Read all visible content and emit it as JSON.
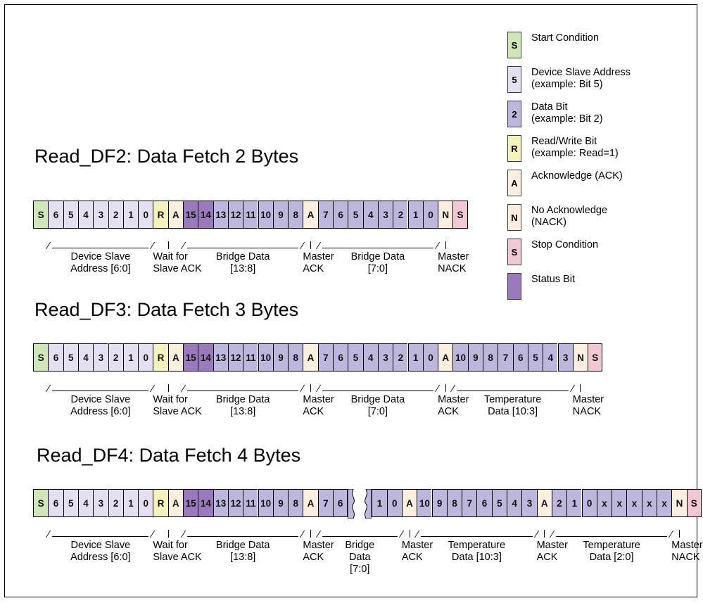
{
  "legend": {
    "items": [
      {
        "symbol": "S",
        "type": "start",
        "label": "Start Condition",
        "sub": ""
      },
      {
        "symbol": "5",
        "type": "addr",
        "label": "Device Slave Address",
        "sub": "(example: Bit 5)"
      },
      {
        "symbol": "2",
        "type": "data",
        "label": "Data Bit",
        "sub": "(example: Bit 2)"
      },
      {
        "symbol": "R",
        "type": "rw",
        "label": "Read/Write Bit",
        "sub": "(example: Read=1)"
      },
      {
        "symbol": "A",
        "type": "ack",
        "label": "Acknowledge (ACK)",
        "sub": ""
      },
      {
        "symbol": "N",
        "type": "nack",
        "label": "No Acknowledge",
        "sub": "(NACK)"
      },
      {
        "symbol": "S",
        "type": "stop",
        "label": "Stop Condition",
        "sub": ""
      },
      {
        "symbol": "",
        "type": "status",
        "label": "Status Bit",
        "sub": ""
      }
    ]
  },
  "colors": {
    "start": "#cfe6b8",
    "addr": "#e4e0f2",
    "data": "#bdb6dd",
    "rw": "#f4f3bd",
    "ack": "#fcefdf",
    "nack": "#fdeee1",
    "stop": "#f2c9d3",
    "status": "#9b79bd"
  },
  "diagrams": [
    {
      "title": "Read_DF2: Data Fetch 2 Bytes",
      "cells": [
        {
          "t": "S",
          "type": "start"
        },
        {
          "t": "6",
          "type": "addr"
        },
        {
          "t": "5",
          "type": "addr"
        },
        {
          "t": "4",
          "type": "addr"
        },
        {
          "t": "3",
          "type": "addr"
        },
        {
          "t": "2",
          "type": "addr"
        },
        {
          "t": "1",
          "type": "addr"
        },
        {
          "t": "0",
          "type": "addr"
        },
        {
          "t": "R",
          "type": "rw"
        },
        {
          "t": "A",
          "type": "ack"
        },
        {
          "t": "15",
          "type": "status"
        },
        {
          "t": "14",
          "type": "status"
        },
        {
          "t": "13",
          "type": "data"
        },
        {
          "t": "12",
          "type": "data"
        },
        {
          "t": "11",
          "type": "data"
        },
        {
          "t": "10",
          "type": "data"
        },
        {
          "t": "9",
          "type": "data"
        },
        {
          "t": "8",
          "type": "data"
        },
        {
          "t": "A",
          "type": "ack"
        },
        {
          "t": "7",
          "type": "data"
        },
        {
          "t": "6",
          "type": "data"
        },
        {
          "t": "5",
          "type": "data"
        },
        {
          "t": "4",
          "type": "data"
        },
        {
          "t": "3",
          "type": "data"
        },
        {
          "t": "2",
          "type": "data"
        },
        {
          "t": "1",
          "type": "data"
        },
        {
          "t": "0",
          "type": "data"
        },
        {
          "t": "N",
          "type": "nack"
        },
        {
          "t": "S",
          "type": "stop"
        }
      ],
      "annotations": [
        {
          "kind": "wide",
          "span": [
            1,
            7
          ],
          "lines": [
            "Device Slave",
            "Address [6:0]"
          ]
        },
        {
          "kind": "tick",
          "span": [
            8,
            9
          ],
          "lines": [
            "Wait for",
            "Slave ACK"
          ]
        },
        {
          "kind": "wide",
          "span": [
            10,
            17
          ],
          "lines": [
            "Bridge Data",
            "[13:8]"
          ]
        },
        {
          "kind": "tick",
          "span": [
            18,
            18
          ],
          "lines": [
            "Master",
            "ACK"
          ]
        },
        {
          "kind": "wide",
          "span": [
            19,
            26
          ],
          "lines": [
            "Bridge Data",
            "[7:0]"
          ]
        },
        {
          "kind": "tick",
          "span": [
            27,
            27
          ],
          "lines": [
            "Master",
            "NACK"
          ]
        }
      ]
    },
    {
      "title": "Read_DF3: Data Fetch 3 Bytes",
      "cells": [
        {
          "t": "S",
          "type": "start"
        },
        {
          "t": "6",
          "type": "addr"
        },
        {
          "t": "5",
          "type": "addr"
        },
        {
          "t": "4",
          "type": "addr"
        },
        {
          "t": "3",
          "type": "addr"
        },
        {
          "t": "2",
          "type": "addr"
        },
        {
          "t": "1",
          "type": "addr"
        },
        {
          "t": "0",
          "type": "addr"
        },
        {
          "t": "R",
          "type": "rw"
        },
        {
          "t": "A",
          "type": "ack"
        },
        {
          "t": "15",
          "type": "status"
        },
        {
          "t": "14",
          "type": "status"
        },
        {
          "t": "13",
          "type": "data"
        },
        {
          "t": "12",
          "type": "data"
        },
        {
          "t": "11",
          "type": "data"
        },
        {
          "t": "10",
          "type": "data"
        },
        {
          "t": "9",
          "type": "data"
        },
        {
          "t": "8",
          "type": "data"
        },
        {
          "t": "A",
          "type": "ack"
        },
        {
          "t": "7",
          "type": "data"
        },
        {
          "t": "6",
          "type": "data"
        },
        {
          "t": "5",
          "type": "data"
        },
        {
          "t": "4",
          "type": "data"
        },
        {
          "t": "3",
          "type": "data"
        },
        {
          "t": "2",
          "type": "data"
        },
        {
          "t": "1",
          "type": "data"
        },
        {
          "t": "0",
          "type": "data"
        },
        {
          "t": "A",
          "type": "ack"
        },
        {
          "t": "10",
          "type": "data"
        },
        {
          "t": "9",
          "type": "data"
        },
        {
          "t": "8",
          "type": "data"
        },
        {
          "t": "7",
          "type": "data"
        },
        {
          "t": "6",
          "type": "data"
        },
        {
          "t": "5",
          "type": "data"
        },
        {
          "t": "4",
          "type": "data"
        },
        {
          "t": "3",
          "type": "data"
        },
        {
          "t": "N",
          "type": "nack"
        },
        {
          "t": "S",
          "type": "stop"
        }
      ],
      "annotations": [
        {
          "kind": "wide",
          "span": [
            1,
            7
          ],
          "lines": [
            "Device Slave",
            "Address [6:0]"
          ]
        },
        {
          "kind": "tick",
          "span": [
            8,
            9
          ],
          "lines": [
            "Wait for",
            "Slave ACK"
          ]
        },
        {
          "kind": "wide",
          "span": [
            10,
            17
          ],
          "lines": [
            "Bridge Data",
            "[13:8]"
          ]
        },
        {
          "kind": "tick",
          "span": [
            18,
            18
          ],
          "lines": [
            "Master",
            "ACK"
          ]
        },
        {
          "kind": "wide",
          "span": [
            19,
            26
          ],
          "lines": [
            "Bridge Data",
            "[7:0]"
          ]
        },
        {
          "kind": "tick",
          "span": [
            27,
            27
          ],
          "lines": [
            "Master",
            "ACK"
          ]
        },
        {
          "kind": "wide",
          "span": [
            28,
            35
          ],
          "lines": [
            "Temperature",
            "Data [10:3]"
          ]
        },
        {
          "kind": "tick",
          "span": [
            36,
            36
          ],
          "lines": [
            "Master",
            "NACK"
          ]
        }
      ]
    },
    {
      "title": "Read_DF4: Data Fetch 4 Bytes",
      "break_after_index": 20,
      "cells": [
        {
          "t": "S",
          "type": "start"
        },
        {
          "t": "6",
          "type": "addr"
        },
        {
          "t": "5",
          "type": "addr"
        },
        {
          "t": "4",
          "type": "addr"
        },
        {
          "t": "3",
          "type": "addr"
        },
        {
          "t": "2",
          "type": "addr"
        },
        {
          "t": "1",
          "type": "addr"
        },
        {
          "t": "0",
          "type": "addr"
        },
        {
          "t": "R",
          "type": "rw"
        },
        {
          "t": "A",
          "type": "ack"
        },
        {
          "t": "15",
          "type": "status"
        },
        {
          "t": "14",
          "type": "status"
        },
        {
          "t": "13",
          "type": "data"
        },
        {
          "t": "12",
          "type": "data"
        },
        {
          "t": "11",
          "type": "data"
        },
        {
          "t": "10",
          "type": "data"
        },
        {
          "t": "9",
          "type": "data"
        },
        {
          "t": "8",
          "type": "data"
        },
        {
          "t": "A",
          "type": "ack"
        },
        {
          "t": "7",
          "type": "data"
        },
        {
          "t": "6",
          "type": "data"
        },
        {
          "t": "1",
          "type": "data"
        },
        {
          "t": "0",
          "type": "data"
        },
        {
          "t": "A",
          "type": "ack"
        },
        {
          "t": "10",
          "type": "data"
        },
        {
          "t": "9",
          "type": "data"
        },
        {
          "t": "8",
          "type": "data"
        },
        {
          "t": "7",
          "type": "data"
        },
        {
          "t": "6",
          "type": "data"
        },
        {
          "t": "5",
          "type": "data"
        },
        {
          "t": "4",
          "type": "data"
        },
        {
          "t": "3",
          "type": "data"
        },
        {
          "t": "A",
          "type": "ack"
        },
        {
          "t": "2",
          "type": "data"
        },
        {
          "t": "1",
          "type": "data"
        },
        {
          "t": "0",
          "type": "data"
        },
        {
          "t": "x",
          "type": "data"
        },
        {
          "t": "x",
          "type": "data"
        },
        {
          "t": "x",
          "type": "data"
        },
        {
          "t": "x",
          "type": "data"
        },
        {
          "t": "x",
          "type": "data"
        },
        {
          "t": "N",
          "type": "nack"
        },
        {
          "t": "S",
          "type": "stop"
        }
      ],
      "annotations": [
        {
          "kind": "wide",
          "span": [
            1,
            7
          ],
          "lines": [
            "Device Slave",
            "Address [6:0]"
          ]
        },
        {
          "kind": "tick",
          "span": [
            8,
            9
          ],
          "lines": [
            "Wait for",
            "Slave ACK"
          ]
        },
        {
          "kind": "wide",
          "span": [
            10,
            17
          ],
          "lines": [
            "Bridge Data",
            "[13:8]"
          ]
        },
        {
          "kind": "tick",
          "span": [
            18,
            18
          ],
          "lines": [
            "Master",
            "ACK"
          ]
        },
        {
          "kind": "wide",
          "span": [
            19,
            22
          ],
          "lines": [
            "Bridge",
            "Data",
            "[7:0]"
          ]
        },
        {
          "kind": "tick",
          "span": [
            23,
            23
          ],
          "lines": [
            "Master",
            "ACK"
          ]
        },
        {
          "kind": "wide",
          "span": [
            24,
            31
          ],
          "lines": [
            "Temperature",
            "Data [10:3]"
          ]
        },
        {
          "kind": "tick",
          "span": [
            32,
            32
          ],
          "lines": [
            "Master",
            "ACK"
          ]
        },
        {
          "kind": "wide",
          "span": [
            33,
            40
          ],
          "lines": [
            "Temperature",
            "Data [2:0]"
          ]
        },
        {
          "kind": "tick",
          "span": [
            41,
            41
          ],
          "lines": [
            "Master",
            "NACK"
          ]
        }
      ]
    }
  ],
  "layout": {
    "diagram_tops": [
      200,
      418,
      625
    ],
    "strip_tops": [
      278,
      481,
      688
    ],
    "strip_lefts": [
      40,
      40,
      40
    ],
    "annot_tops": [
      336,
      539,
      746
    ],
    "cell_width": 21.3
  }
}
